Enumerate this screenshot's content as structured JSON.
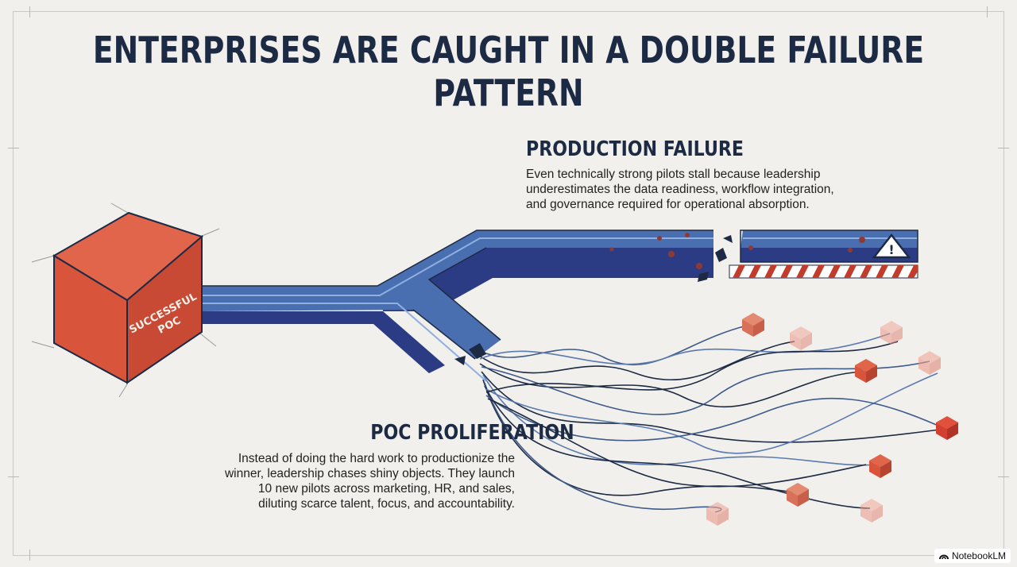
{
  "title": "ENTERPRISES ARE CAUGHT IN A DOUBLE FAILURE PATTERN",
  "cube_label": [
    "SUCCESSFUL",
    "POC"
  ],
  "production": {
    "heading": "PRODUCTION FAILURE",
    "lines": [
      "Even technically strong pilots stall because leadership",
      "underestimates the data readiness, workflow integration,",
      "and governance required for operational absorption."
    ]
  },
  "proliferation": {
    "heading": "POC PROLIFERATION",
    "lines": [
      "Instead of doing the hard work to productionize the",
      "winner, leadership chases shiny objects. They launch",
      "10 new pilots across marketing, HR, and sales,",
      "diluting scarce talent, focus, and accountability."
    ]
  },
  "warning_symbol": "!",
  "warning_icon": "warning-triangle-icon",
  "watermark": "NotebookLM",
  "colors": {
    "navy": "#1d2a44",
    "cube_front": "#d8553c",
    "cube_top": "#e0654a",
    "cube_side": "#b8432e",
    "pipe_top": "#4a6fb1",
    "pipe_side": "#2c3c84",
    "hazard": "#c23c2c"
  }
}
